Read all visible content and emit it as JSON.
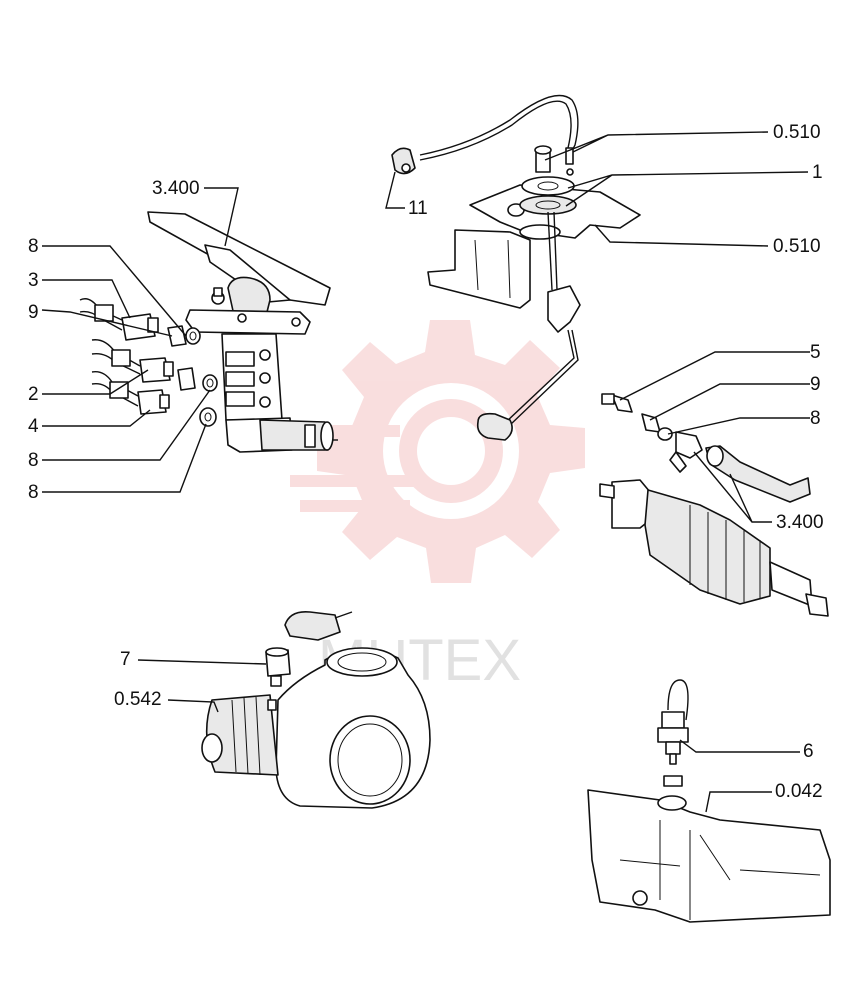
{
  "labels": {
    "l_3400_a": "3.400",
    "l_8_a": "8",
    "l_3": "3",
    "l_9_a": "9",
    "l_2": "2",
    "l_4": "4",
    "l_8_b": "8",
    "l_8_c": "8",
    "l_11": "11",
    "l_0510_a": "0.510",
    "l_1": "1",
    "l_0510_b": "0.510",
    "l_5": "5",
    "l_9_b": "9",
    "l_8_d": "8",
    "l_3400_b": "3.400",
    "l_7": "7",
    "l_0542": "0.542",
    "l_6": "6",
    "l_0042": "0.042"
  },
  "watermark": {
    "text": "MHTEX",
    "gear_color": "#f2b8b8"
  },
  "colors": {
    "ink": "#111111",
    "paper": "#ffffff"
  }
}
